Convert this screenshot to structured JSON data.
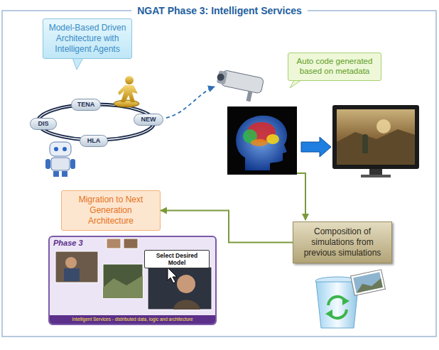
{
  "diagram": {
    "title": "NGAT Phase 3: Intelligent Services",
    "nodes": [
      {
        "text": [
          "Model-Based Driven Architecture with Intelligent Agents"
        ]
      },
      {
        "text": [
          "TENA"
        ]
      },
      {
        "text": [
          "DIS"
        ]
      },
      {
        "text": [
          "NEW"
        ]
      },
      {
        "text": [
          "HLA"
        ]
      },
      {
        "text": [
          "Auto code generated based on metadata"
        ]
      },
      {
        "text": [
          "Migration to Next Generation Architecture"
        ]
      },
      {
        "text": [
          "Composition of simulations from previous simulations"
        ]
      },
      {
        "text": [
          "Phase 3"
        ]
      },
      {
        "text": [
          "Select Desired Model"
        ],
        "in": 8
      },
      {
        "text": [
          "Intelligent Services - distributed data, logic and architecture"
        ],
        "in": 8
      }
    ],
    "edges": [
      {
        "from": 7,
        "to": 6,
        "arrow": "to"
      }
    ]
  }
}
